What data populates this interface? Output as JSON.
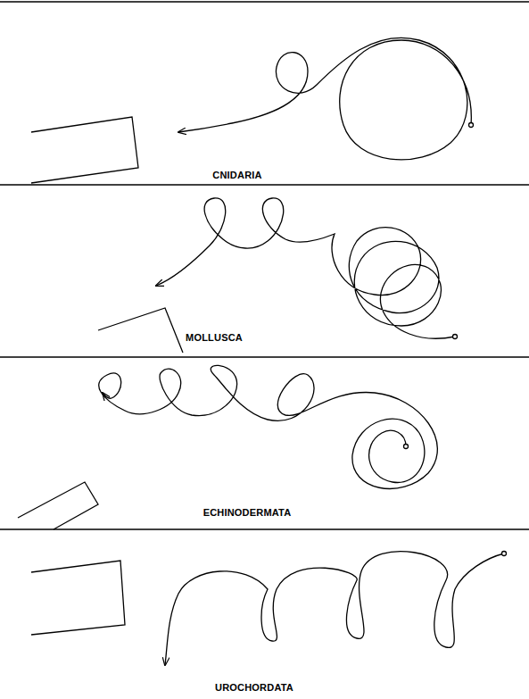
{
  "diagram": {
    "labels": [
      "CNIDARIA",
      "MOLLUSCA",
      "ECHINODERMATA",
      "UROCHORDATA"
    ]
  }
}
